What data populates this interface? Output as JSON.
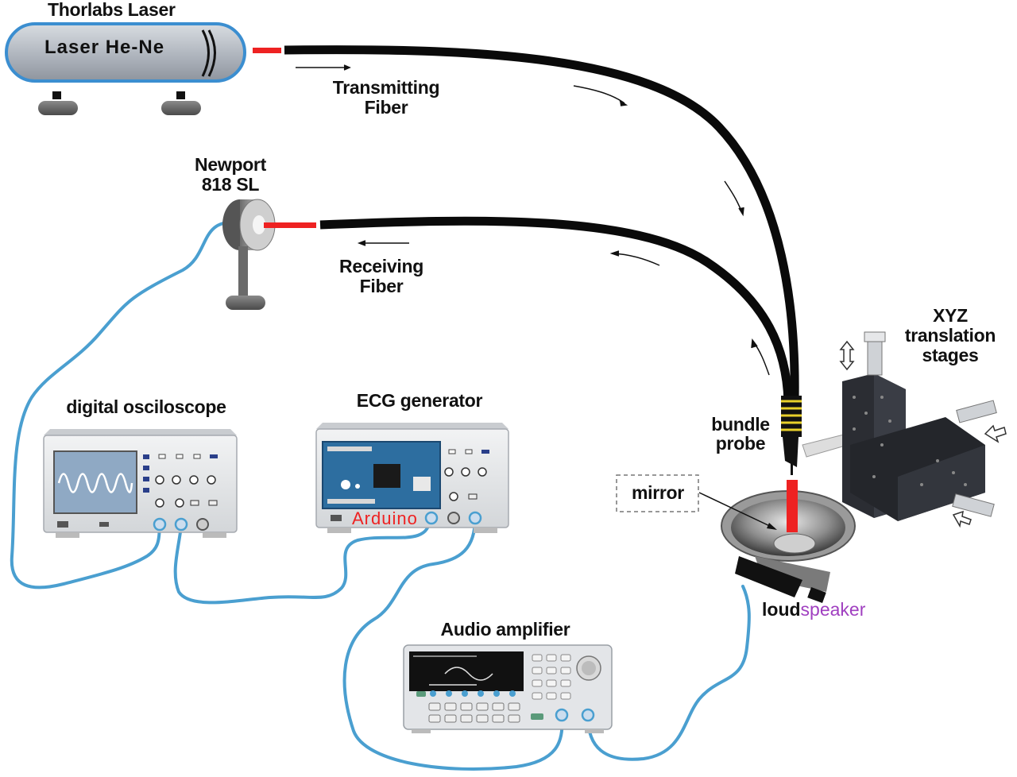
{
  "labels": {
    "laser_brand": "Thorlabs Laser",
    "laser_model": "Laser He-Ne",
    "tx_fiber_1": "Transmitting",
    "tx_fiber_2": "Fiber",
    "detector_1": "Newport",
    "detector_2": "818 SL",
    "rx_fiber_1": "Receiving",
    "rx_fiber_2": "Fiber",
    "oscilloscope": "digital osciloscope",
    "ecg": "ECG generator",
    "arduino": "Arduino",
    "amplifier": "Audio amplifier",
    "probe_1": "bundle",
    "probe_2": "probe",
    "mirror": "mirror",
    "speaker_a": "loud",
    "speaker_b": "speaker",
    "stage_1": "XYZ",
    "stage_2": "translation",
    "stage_3": "stages"
  },
  "colors": {
    "cable": "#4a9fd0",
    "fiber": "#0a0a0a",
    "beam": "#ee2222",
    "laser_body": "#b8bec6",
    "laser_border": "#3b8ed0",
    "arduino_text": "#ee2222",
    "speaker_accent": "#a040c0"
  },
  "icons": {
    "laser": "laser-tube-icon",
    "detector": "photodetector-icon",
    "oscilloscope": "oscilloscope-icon",
    "ecg": "ecg-generator-icon",
    "amplifier": "signal-generator-icon",
    "speaker": "loudspeaker-icon",
    "stage": "xyz-stage-icon"
  }
}
